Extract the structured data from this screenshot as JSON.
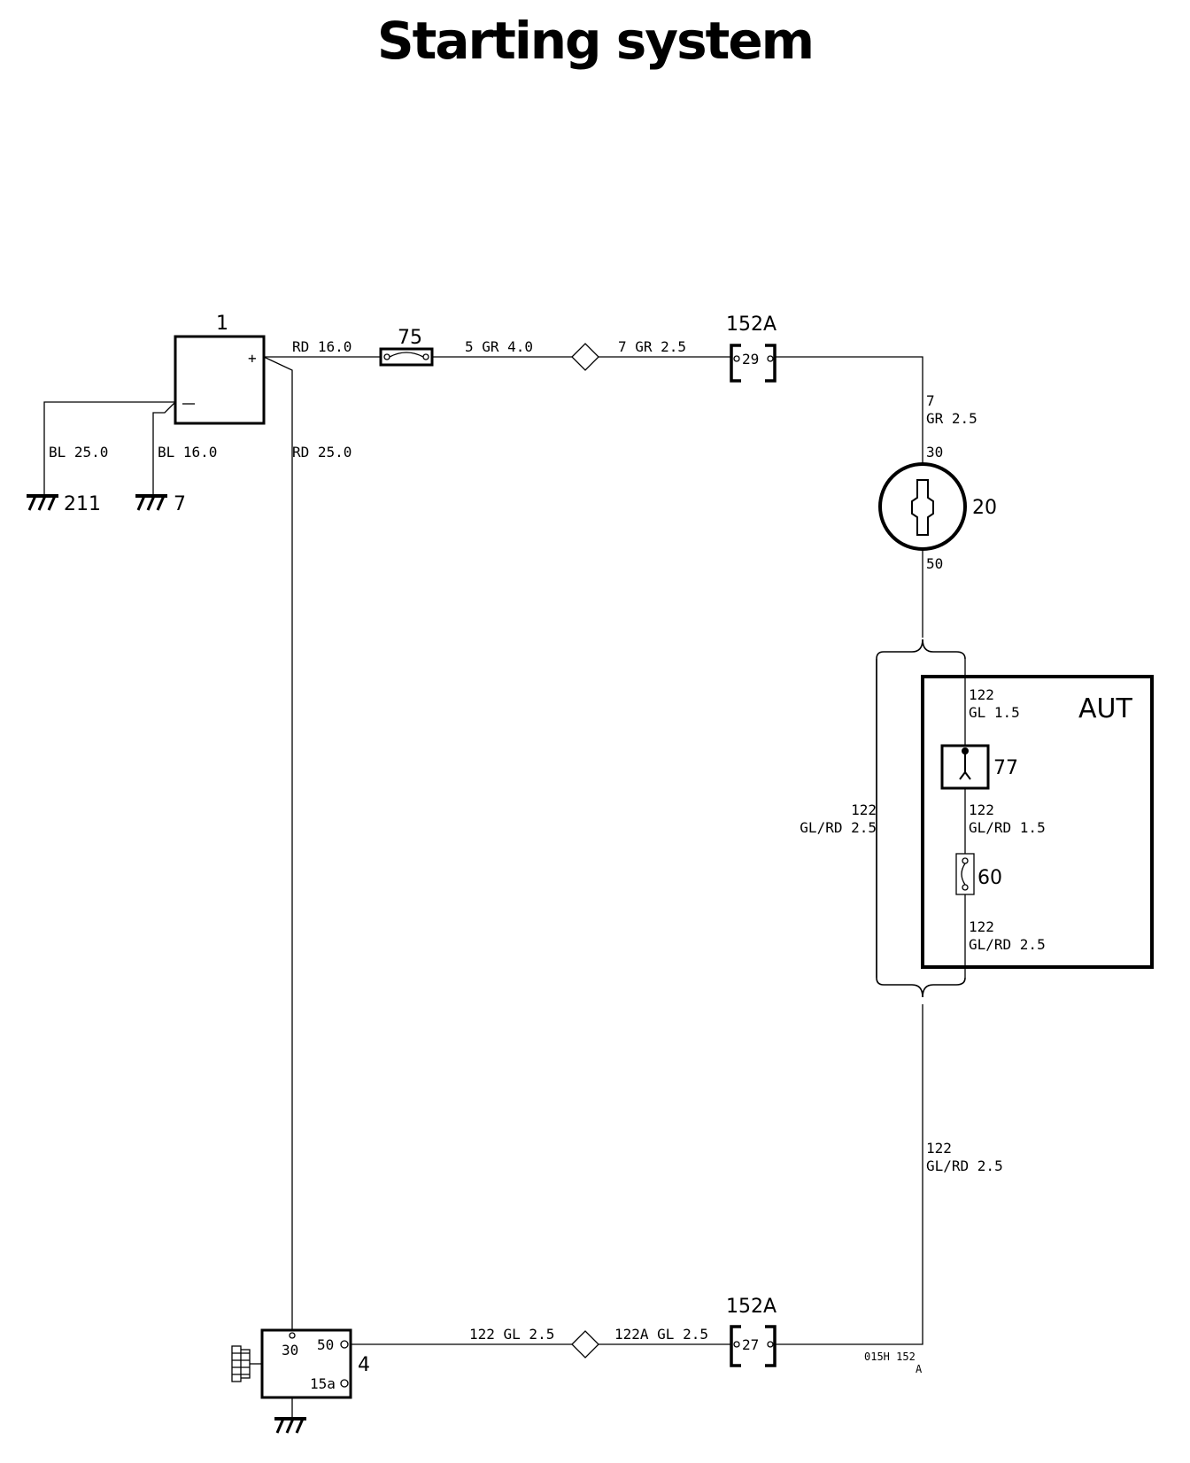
{
  "title": "Starting system",
  "components": {
    "battery": {
      "id": "1",
      "plus": "+"
    },
    "fuse75": {
      "id": "75"
    },
    "conn_top": {
      "id": "152A",
      "pin": "29"
    },
    "conn_bottom": {
      "id": "152A",
      "pin": "27"
    },
    "ignition": {
      "id": "20",
      "pin_in": "30",
      "pin_out": "50"
    },
    "aut_box": {
      "label": "AUT"
    },
    "switch77": {
      "id": "77"
    },
    "fuse60": {
      "id": "60"
    },
    "starter": {
      "id": "4",
      "pin30": "30",
      "pin50": "50",
      "pin15a": "15a"
    }
  },
  "grounds": {
    "g211": "211",
    "g7": "7"
  },
  "wires": {
    "bl25": "BL 25.0",
    "bl16": "BL 16.0",
    "rd16": "RD 16.0",
    "rd25": "RD 25.0",
    "gr5": "5 GR 4.0",
    "gr7": "7 GR 2.5",
    "right_top_num": "7",
    "right_top_spec": "GR 2.5",
    "aut_in_num": "122",
    "aut_in_spec": "GL 1.5",
    "aut_mid_num": "122",
    "aut_mid_spec": "GL/RD 1.5",
    "aut_out_num": "122",
    "aut_out_spec": "GL/RD 2.5",
    "bypass_num": "122",
    "bypass_spec": "GL/RD 2.5",
    "right_low_num": "122",
    "right_low_spec": "GL/RD 2.5",
    "bottom_left": "122 GL 2.5",
    "bottom_right": "122A GL 2.5"
  },
  "footer": {
    "code": "015H 152",
    "rev": "A"
  }
}
